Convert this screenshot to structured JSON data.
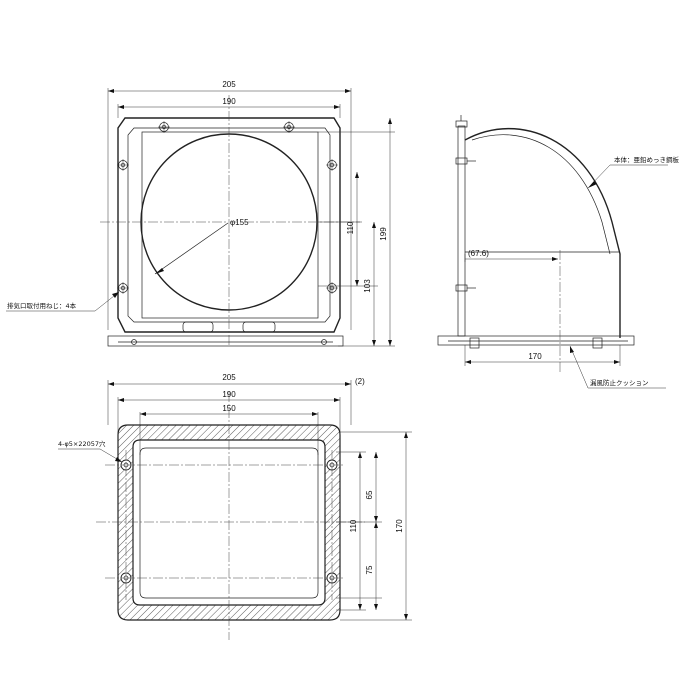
{
  "front_view": {
    "width_outer": "205",
    "width_inner": "190",
    "diameter": "φ155",
    "height_total": "199",
    "height_upper": "110",
    "height_lower": "103",
    "screw_note": "排気口取付用ねじ：4本"
  },
  "side_view": {
    "body_note": "本体：亜鉛めっき鋼板",
    "offset": "(67.6)",
    "depth": "170",
    "cushion_note": "漏風防止クッション"
  },
  "bottom_view": {
    "label": "(2)",
    "width_outer": "205",
    "width_mid": "190",
    "width_inner": "150",
    "hole_note": "4-φ5×22057穴",
    "height_total": "170",
    "height_mid": "110",
    "height_upper": "65",
    "height_lower": "75"
  },
  "colors": {
    "line": "#222222",
    "background": "#ffffff"
  }
}
